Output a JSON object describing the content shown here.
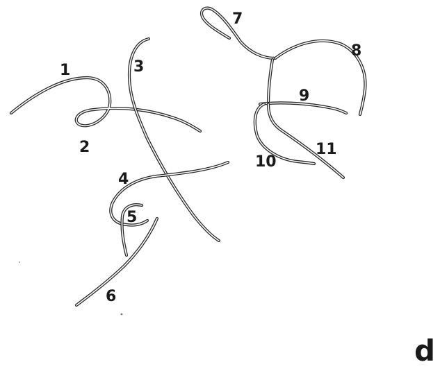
{
  "figure": {
    "panel_letter": "d",
    "strands": [
      {
        "id": "strand-1",
        "label": "1"
      },
      {
        "id": "strand-2",
        "label": "2"
      },
      {
        "id": "strand-3",
        "label": "3"
      },
      {
        "id": "strand-4",
        "label": "4"
      },
      {
        "id": "strand-5",
        "label": "5"
      },
      {
        "id": "strand-6",
        "label": "6"
      },
      {
        "id": "strand-7",
        "label": "7"
      },
      {
        "id": "strand-8",
        "label": "8"
      },
      {
        "id": "strand-9",
        "label": "9"
      },
      {
        "id": "strand-10",
        "label": "10"
      },
      {
        "id": "strand-11",
        "label": "11"
      }
    ],
    "colors": {
      "strand": "#2a2a2a",
      "background": "#ffffff",
      "text": "#1a1a1a"
    }
  }
}
